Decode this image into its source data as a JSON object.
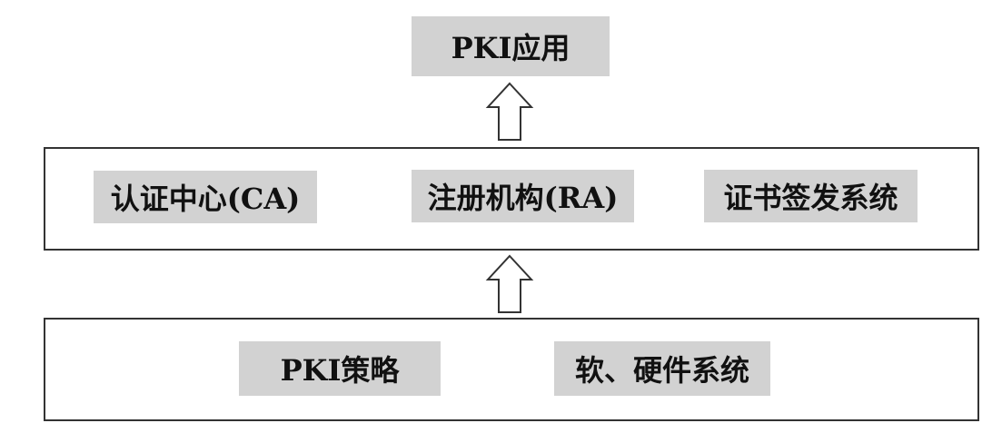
{
  "top": {
    "label": "PKI应用"
  },
  "middle": {
    "items": [
      "认证中心(CA)",
      "注册机构(RA)",
      "证书签发系统"
    ]
  },
  "bottom": {
    "items": [
      "PKI策略",
      "软、硬件系统"
    ]
  },
  "colors": {
    "label_bg": "#d2d2d2",
    "border": "#333333"
  }
}
